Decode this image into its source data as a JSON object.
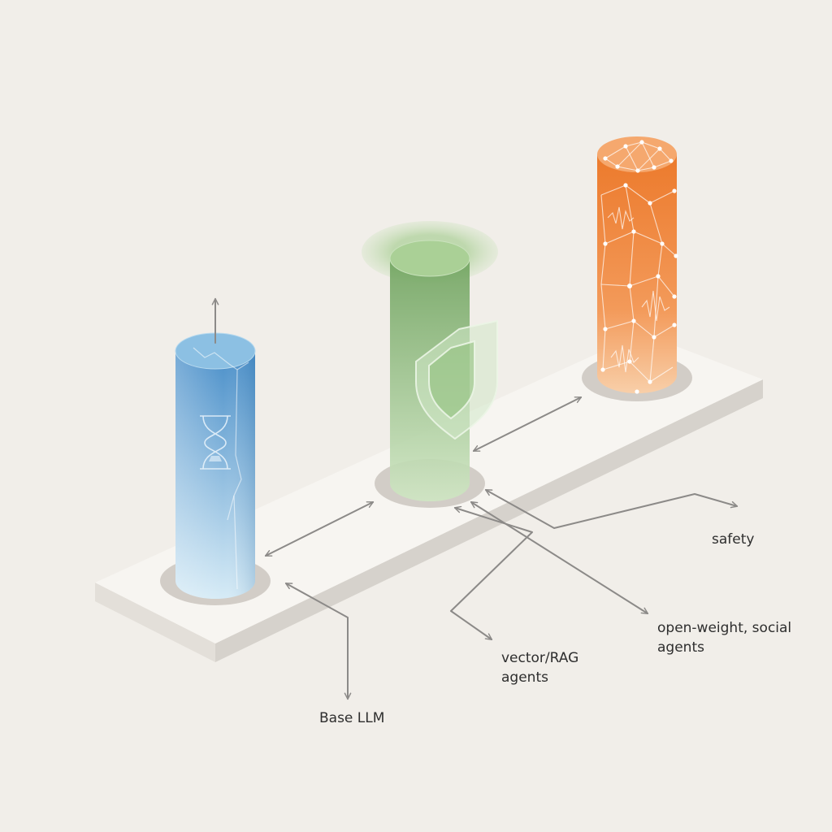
{
  "labels": {
    "base": "Base LLM",
    "vector_line1": "vector/RAG",
    "vector_line2": "agents",
    "open_line1": "open-weight, social",
    "open_line2": "agents",
    "safety": "safety"
  },
  "icons": {
    "blue_pillar": "hourglass-icon",
    "green_pillar": "shield-icon",
    "orange_pillar": "network-icon"
  },
  "colors": {
    "background": "#f1eee9",
    "platform_top": "#f7f5f1",
    "platform_side": "#ddd9d3",
    "blue": "#4a8fc9",
    "green": "#6fa35e",
    "orange": "#ec7a2c",
    "connector": "#8c8a88"
  }
}
